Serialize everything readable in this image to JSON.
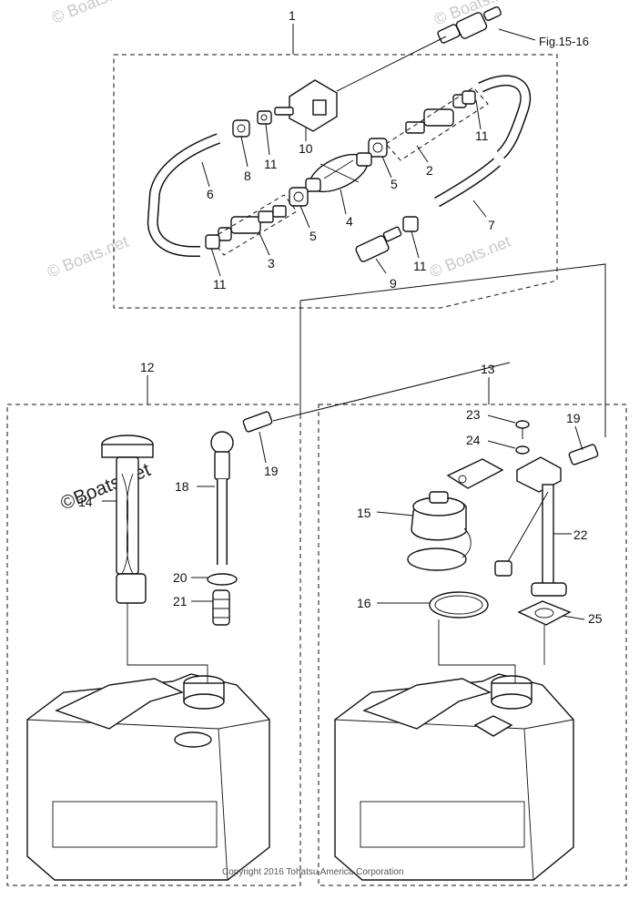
{
  "labels": {
    "l1": "1",
    "l2": "2",
    "l3": "3",
    "l4": "4",
    "l5a": "5",
    "l5b": "5",
    "l6": "6",
    "l7": "7",
    "l8": "8",
    "l9": "9",
    "l10": "10",
    "l11a": "11",
    "l11b": "11",
    "l11c": "11",
    "l11d": "11",
    "l12": "12",
    "l13": "13",
    "l14": "14",
    "l15": "15",
    "l16": "16",
    "l18": "18",
    "l19a": "19",
    "l19b": "19",
    "l20": "20",
    "l21": "21",
    "l22": "22",
    "l23": "23",
    "l24": "24",
    "l25": "25"
  },
  "reference": "Fig.15-16",
  "watermark": "© Boats.net",
  "watermark_large": "©Boats.net",
  "copyright": "Copyright 2016 Tohatsu America Corporation"
}
